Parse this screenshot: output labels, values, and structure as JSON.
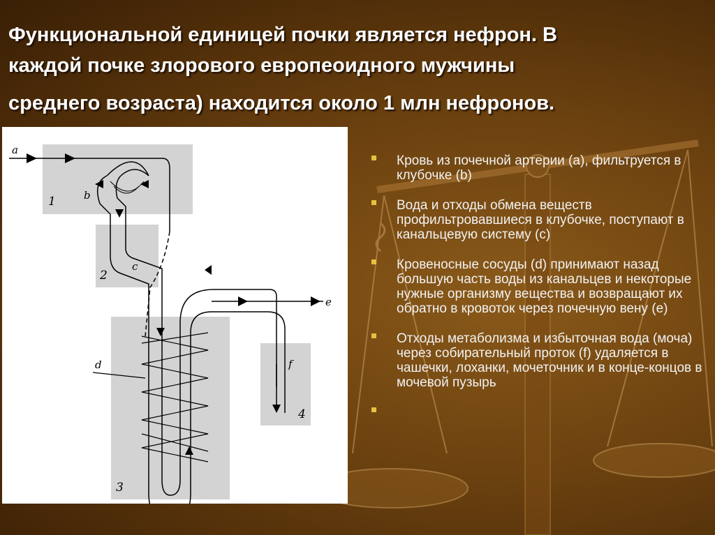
{
  "slide": {
    "title_lines": [
      "Функциональной единицей почки является нефрон. В",
      "каждой почке злорового европеоидного мужчины",
      "среднего возраста) находится около 1 млн нефронов."
    ],
    "bullets": [
      "Кровь из почечной артерии (а), фильтруется в клубочке (b)",
      "Вода и отходы обмена веществ профильтровавшиеся в клубочке, поступают в канальцевую систему (с)",
      "Кровеносные сосуды (d) принимают назад большую часть воды из канальцев и некоторые нужные организму вещества и возвращают их обратно в кровоток через почечную вену (е)",
      "Отходы метаболизма и избыточная вода (моча) через собирательный проток (f) удаляется в чашечки, лоханки, мочеточник и в конце-концов в мочевой пузырь",
      ""
    ]
  },
  "diagram": {
    "labels": {
      "a": "a",
      "b": "b",
      "c": "c",
      "d": "d",
      "e": "e",
      "f": "f",
      "zone1": "1",
      "zone2": "2",
      "zone3": "3",
      "zone4": "4"
    }
  },
  "colors": {
    "bullet_marker": "#e8c040",
    "zone_fill": "#d3d3d3",
    "title_text": "#ffffff"
  }
}
